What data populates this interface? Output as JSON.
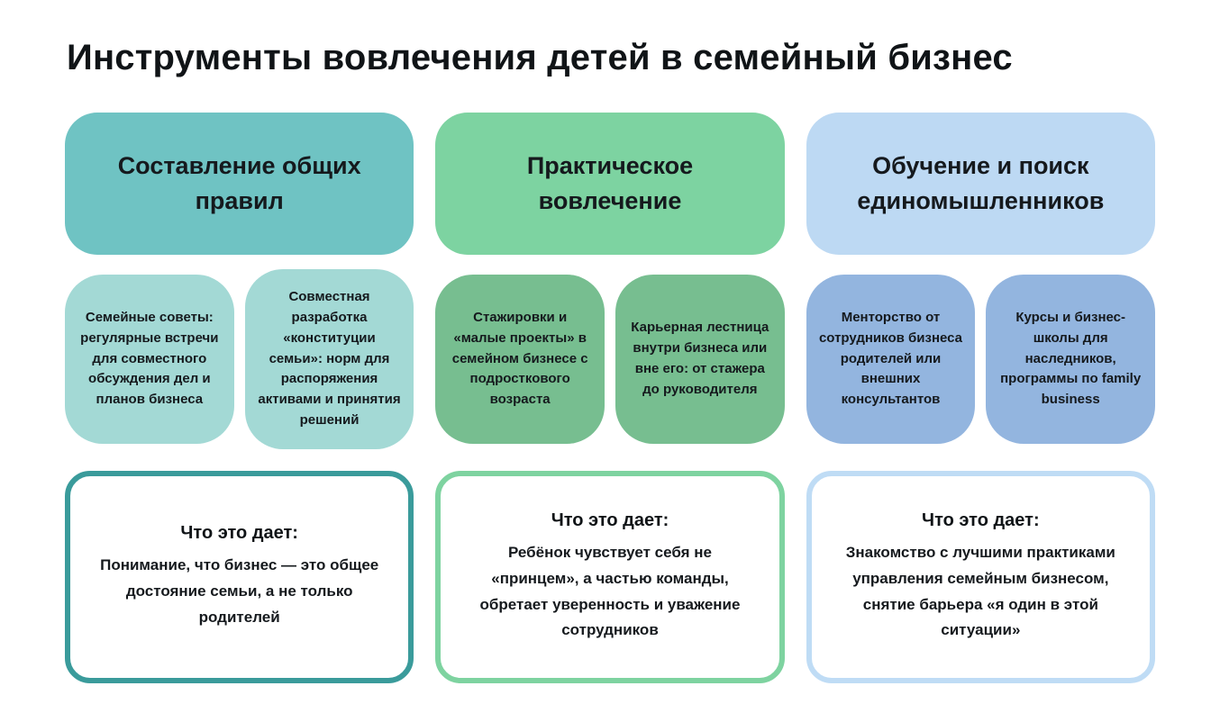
{
  "page": {
    "title": "Инструменты вовлечения детей в семейный бизнес",
    "background": "#ffffff",
    "text_color": "#14181c"
  },
  "columns": [
    {
      "header": {
        "label": "Составление общих правил"
      },
      "colors": {
        "header_bg": "#6FC3C3",
        "card_bg": "#A3D9D5",
        "benefit_border": "#3A9B9B"
      },
      "cards": [
        {
          "text": "Семейные советы: регулярные встречи для совместного обсуждения дел и планов бизнеса"
        },
        {
          "text": "Совместная разработка «конституции семьи»: норм для распоряжения активами и принятия решений"
        }
      ],
      "benefit": {
        "heading": "Что это дает:",
        "text": "Понимание, что бизнес — это общее достояние семьи, а не только родителей"
      }
    },
    {
      "header": {
        "label": "Практическое вовлечение"
      },
      "colors": {
        "header_bg": "#7DD3A1",
        "card_bg": "#77BE90",
        "benefit_border": "#7ED3A0"
      },
      "cards": [
        {
          "text": "Стажировки и «малые проекты» в семейном бизнесе с подросткового возраста"
        },
        {
          "text": "Карьерная лестница внутри бизнеса или вне его: от стажера до руководителя"
        }
      ],
      "benefit": {
        "heading": "Что это дает:",
        "text": "Ребёнок чувствует себя не «принцем», а частью команды, обретает уверенность и уважение сотрудников"
      }
    },
    {
      "header": {
        "label": "Обучение и поиск единомышленников"
      },
      "colors": {
        "header_bg": "#BDD9F3",
        "card_bg": "#93B5DF",
        "benefit_border": "#BFDCF5"
      },
      "cards": [
        {
          "text": "Менторство от сотрудников бизнеса родителей или внешних консультантов"
        },
        {
          "text": "Курсы и бизнес-школы для наследников, программы по family business"
        }
      ],
      "benefit": {
        "heading": "Что это дает:",
        "text": "Знакомство с лучшими практиками управления семейным бизнесом, снятие барьера «я один в этой ситуации»"
      }
    }
  ]
}
